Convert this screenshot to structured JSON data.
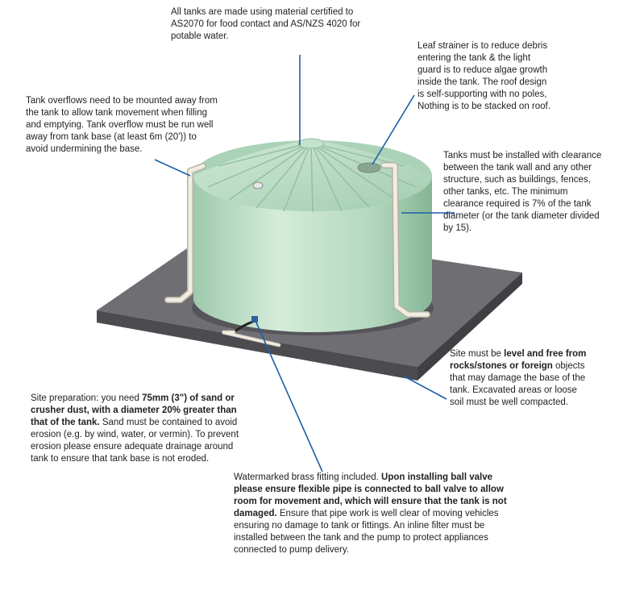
{
  "colors": {
    "tank_body": "#b9dcc3",
    "tank_shadow": "#8fbf9f",
    "tank_highlight": "#d4ecd9",
    "slab_top": "#6e6e73",
    "slab_side_front": "#4b4b50",
    "slab_side_right": "#3f3f44",
    "leader_line": "#1f5fa8",
    "pipe": "#eeeadf"
  },
  "notes": {
    "material": "All tanks are made using material certified to AS2070 for food contact and AS/NZS 4020 for potable water.",
    "strainer": "Leaf strainer is to reduce debris entering the tank & the light guard is to reduce algae growth inside the tank. The roof design is self-supporting with no poles, Nothing is to be stacked on roof.",
    "overflow": "Tank overflows need to be mounted away from the tank to allow tank movement when filling and emptying. Tank overflow must be run well away from tank base (at least 6m (20')) to avoid undermining the base.",
    "clearance": "Tanks must be installed with clearance between the tank wall and any other structure, such as buildings, fences, other tanks, etc. The minimum clearance required is 7% of the tank diameter (or the tank diameter divided by 15).",
    "site_level": {
      "a": "Site must be ",
      "b": "level and free from rocks/stones or foreign",
      "c": " objects that may damage the base of the tank. Excavated areas or loose soil must be well compacted."
    },
    "site_prep": {
      "a": "Site preparation: you need ",
      "b": "75mm (3\") of sand or crusher dust, with a diameter 20% greater than that of the tank.",
      "c": " Sand must be contained to avoid erosion (e.g. by wind, water, or vermin). To prevent erosion please ensure adequate drainage around tank to ensure that tank base is not eroded."
    },
    "fitting": {
      "a": "Watermarked brass fitting included. ",
      "b": "Upon installing ball valve please ensure flexible pipe is connected to ball valve to allow room for movement and, which will ensure that the tank is not damaged.",
      "c": " Ensure that pipe work is well clear of moving vehicles ensuring no damage to tank or fittings. An inline filter must be installed between the tank and the pump to protect appliances connected to pump delivery."
    }
  }
}
